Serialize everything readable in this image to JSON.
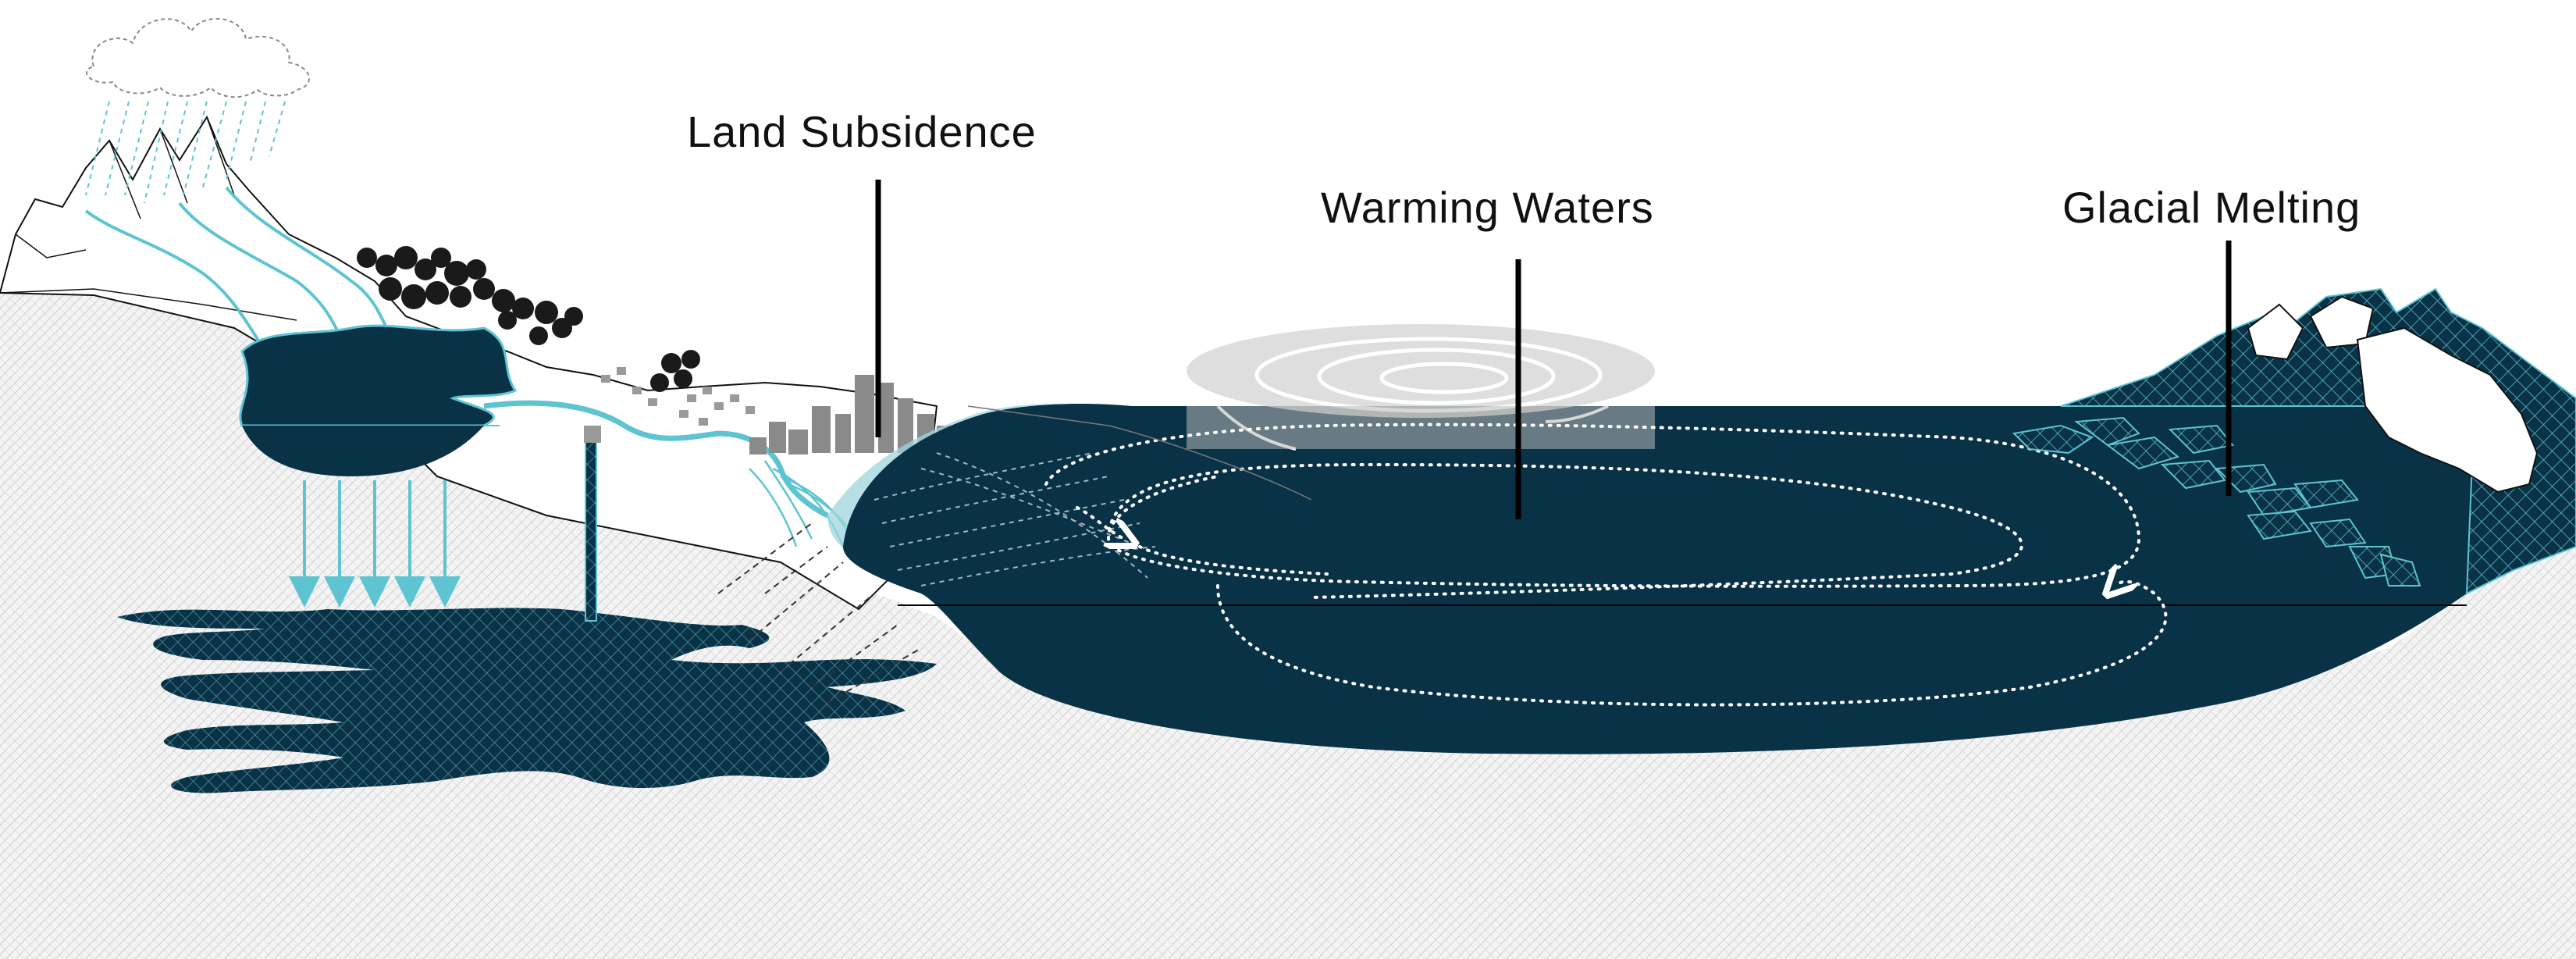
{
  "labels": {
    "land_subsidence": "Land Subsidence",
    "warming_waters": "Warming Waters",
    "glacial_melting": "Glacial Melting"
  },
  "colors": {
    "ocean": "#0a3246",
    "river": "#5ec4d2",
    "ground_hatch": "#c8c8c8",
    "glacier_outline": "#5ec4d2",
    "text": "#111111"
  }
}
